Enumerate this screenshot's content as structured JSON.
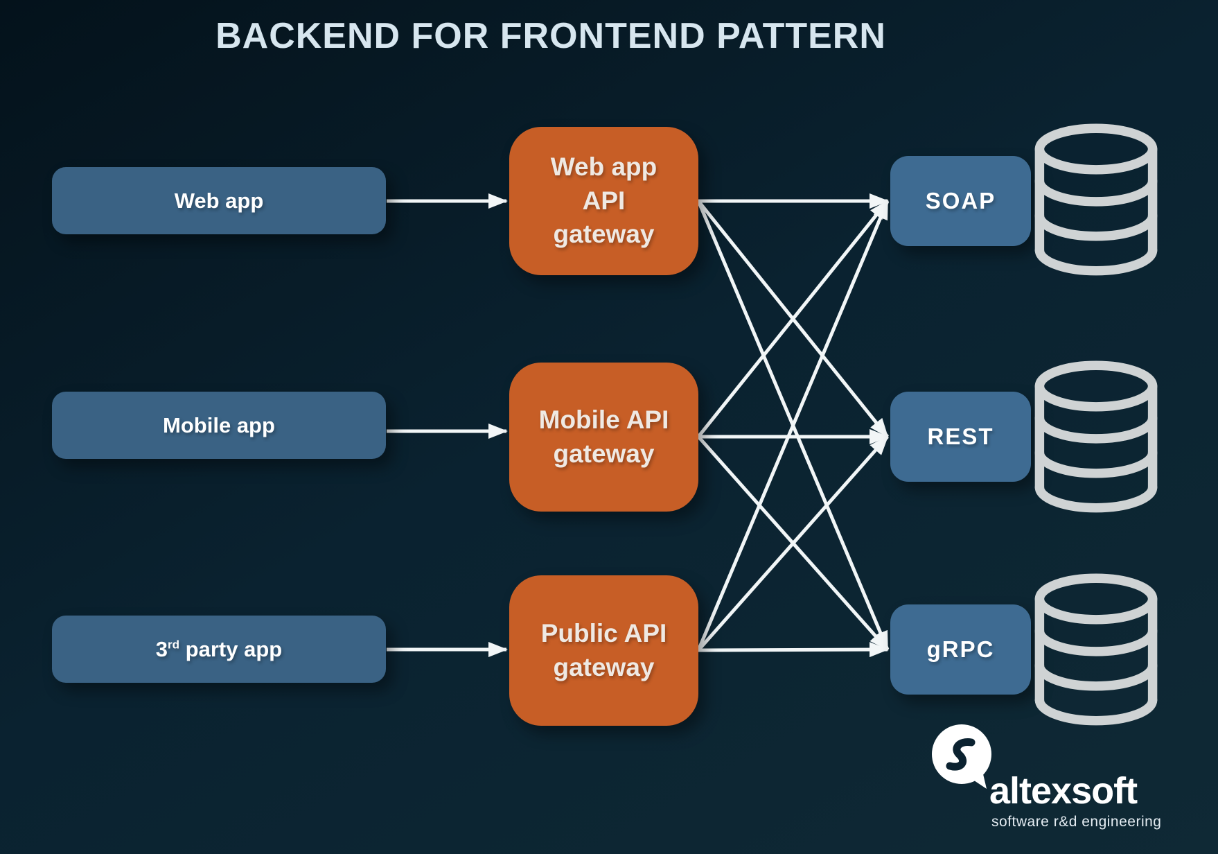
{
  "title": "BACKEND FOR FRONTEND PATTERN",
  "clients": [
    {
      "label": "Web app"
    },
    {
      "label": "Mobile app"
    },
    {
      "label_base": "3",
      "label_sup": "rd",
      "label_rest": " party app"
    }
  ],
  "gateways": [
    {
      "label": "Web app\nAPI\ngateway"
    },
    {
      "label": "Mobile API\ngateway"
    },
    {
      "label": "Public API\ngateway"
    }
  ],
  "services": [
    {
      "label": "SOAP"
    },
    {
      "label": "REST"
    },
    {
      "label": "gRPC"
    }
  ],
  "brand": {
    "name": "altexsoft",
    "tagline": "software r&d engineering"
  },
  "colors": {
    "background_top": "#04121b",
    "background_bottom": "#0f2935",
    "client_box": "#3a6284",
    "gateway_box": "#c75e26",
    "service_box": "#3e6b92",
    "arrow": "#f2f6f7",
    "database_icon": "#cfd3d4",
    "title_text": "#d7e6ef"
  }
}
